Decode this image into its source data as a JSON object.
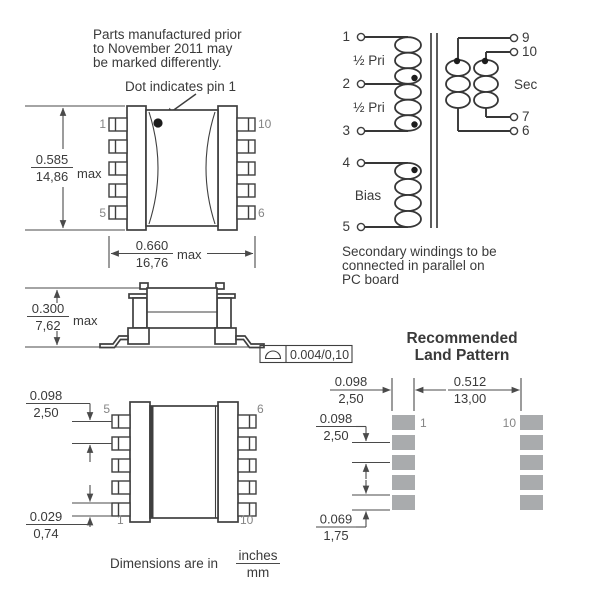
{
  "notes": {
    "marking_line1": "Parts manufactured prior",
    "marking_line2": "to November 2011 may",
    "marking_line3": "be marked differently.",
    "dot_note": "Dot indicates pin 1",
    "secondary_line1": "Secondary windings to be",
    "secondary_line2": "connected in parallel on",
    "secondary_line3": "PC board",
    "units_prefix": "Dimensions are in",
    "units_numerator": "inches",
    "units_denominator": "mm"
  },
  "top_view": {
    "pin_top_left": "1",
    "pin_top_right": "10",
    "pin_bottom_left": "5",
    "pin_bottom_right": "6",
    "height": {
      "in": "0.585",
      "mm": "14,86",
      "qual": "max"
    },
    "width": {
      "in": "0.660",
      "mm": "16,76",
      "qual": "max"
    }
  },
  "side_view": {
    "height": {
      "in": "0.300",
      "mm": "7,62",
      "qual": "max"
    },
    "coplanarity": "0.004/0,10"
  },
  "bottom_view": {
    "pin_top_left": "5",
    "pin_top_right": "6",
    "pin_bottom_left": "1",
    "pin_bottom_right": "10",
    "pitch": {
      "in": "0.098",
      "mm": "2,50"
    },
    "lead": {
      "in": "0.029",
      "mm": "0,74"
    }
  },
  "schematic": {
    "pins": {
      "p1": "1",
      "p2": "2",
      "p3": "3",
      "p4": "4",
      "p5": "5",
      "p6": "6",
      "p7": "7",
      "p9": "9",
      "p10": "10"
    },
    "labels": {
      "pri_upper": "½ Pri",
      "pri_lower": "½ Pri",
      "bias": "Bias",
      "sec": "Sec"
    }
  },
  "land_pattern": {
    "title_line1": "Recommended",
    "title_line2": "Land Pattern",
    "pad_width": {
      "in": "0.098",
      "mm": "2,50"
    },
    "span": {
      "in": "0.512",
      "mm": "13,00"
    },
    "pitch": {
      "in": "0.098",
      "mm": "2,50"
    },
    "pad_height": {
      "in": "0.069",
      "mm": "1,75"
    },
    "pin_left": "1",
    "pin_right": "10"
  },
  "colors": {
    "line": "#3f3f3f",
    "text": "#3a3a3a",
    "pin_number": "#858585",
    "pad": "#a9abad",
    "background": "#ffffff"
  }
}
